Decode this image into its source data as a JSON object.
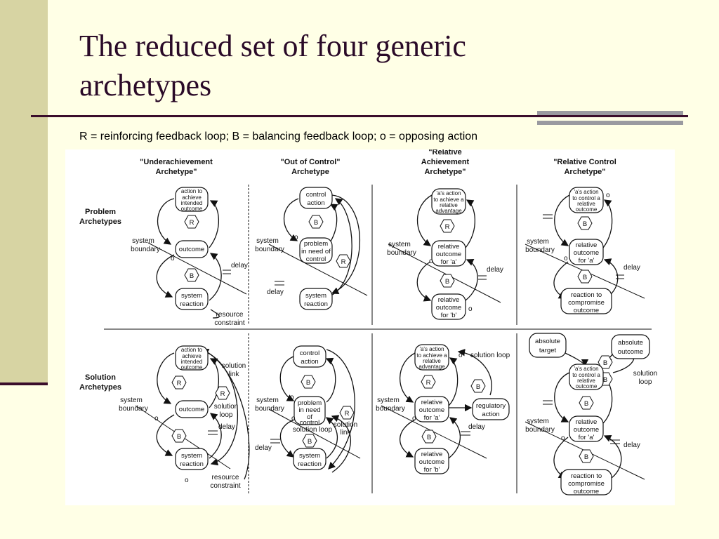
{
  "slide": {
    "title_line1": "The reduced set of four generic",
    "title_line2": "archetypes",
    "subtitle": "R = reinforcing feedback loop; B = balancing feedback loop; o = opposing action"
  },
  "figure": {
    "columns": [
      {
        "line1": "\"Underachievement",
        "line2": "Archetype\""
      },
      {
        "line1": "\"Out  of Control\"",
        "line2": "Archetype"
      },
      {
        "line0": "\"Relative",
        "line1": "Achievement",
        "line2": "Archetype\""
      },
      {
        "line1": "\"Relative Control",
        "line2": "Archetype\""
      }
    ],
    "rows": [
      {
        "line1": "Problem",
        "line2": "Archetypes"
      },
      {
        "line1": "Solution",
        "line2": "Archetypes"
      }
    ],
    "labels": {
      "R": "R",
      "B": "B",
      "o": "o",
      "system": "system",
      "boundary": "boundary",
      "delay": "delay",
      "resource": "resource",
      "constraint": "constraint",
      "solution": "solution",
      "link": "link",
      "loop": "loop",
      "solution_loop": "solution loop",
      "action_to": "action to",
      "achieve": "achieve",
      "intended": "intended",
      "outcome_w": "outcome",
      "outcome": "outcome",
      "system_w": "system",
      "reaction": "reaction",
      "control": "control",
      "action": "action",
      "problem": "problem",
      "in_need_of": "in need of",
      "in_need": "in need",
      "of": "of",
      "a_action": "'a's action",
      "to_achieve_a": "to achieve a",
      "relative": "relative",
      "advantage": "advantage",
      "for_a": "for 'a'",
      "for_b": "for 'b'",
      "to_control_a": "to control a",
      "reaction_to": "reaction to",
      "compromise": "compromise",
      "regulatory": "regulatory",
      "absolute": "absolute",
      "target": "target"
    }
  }
}
